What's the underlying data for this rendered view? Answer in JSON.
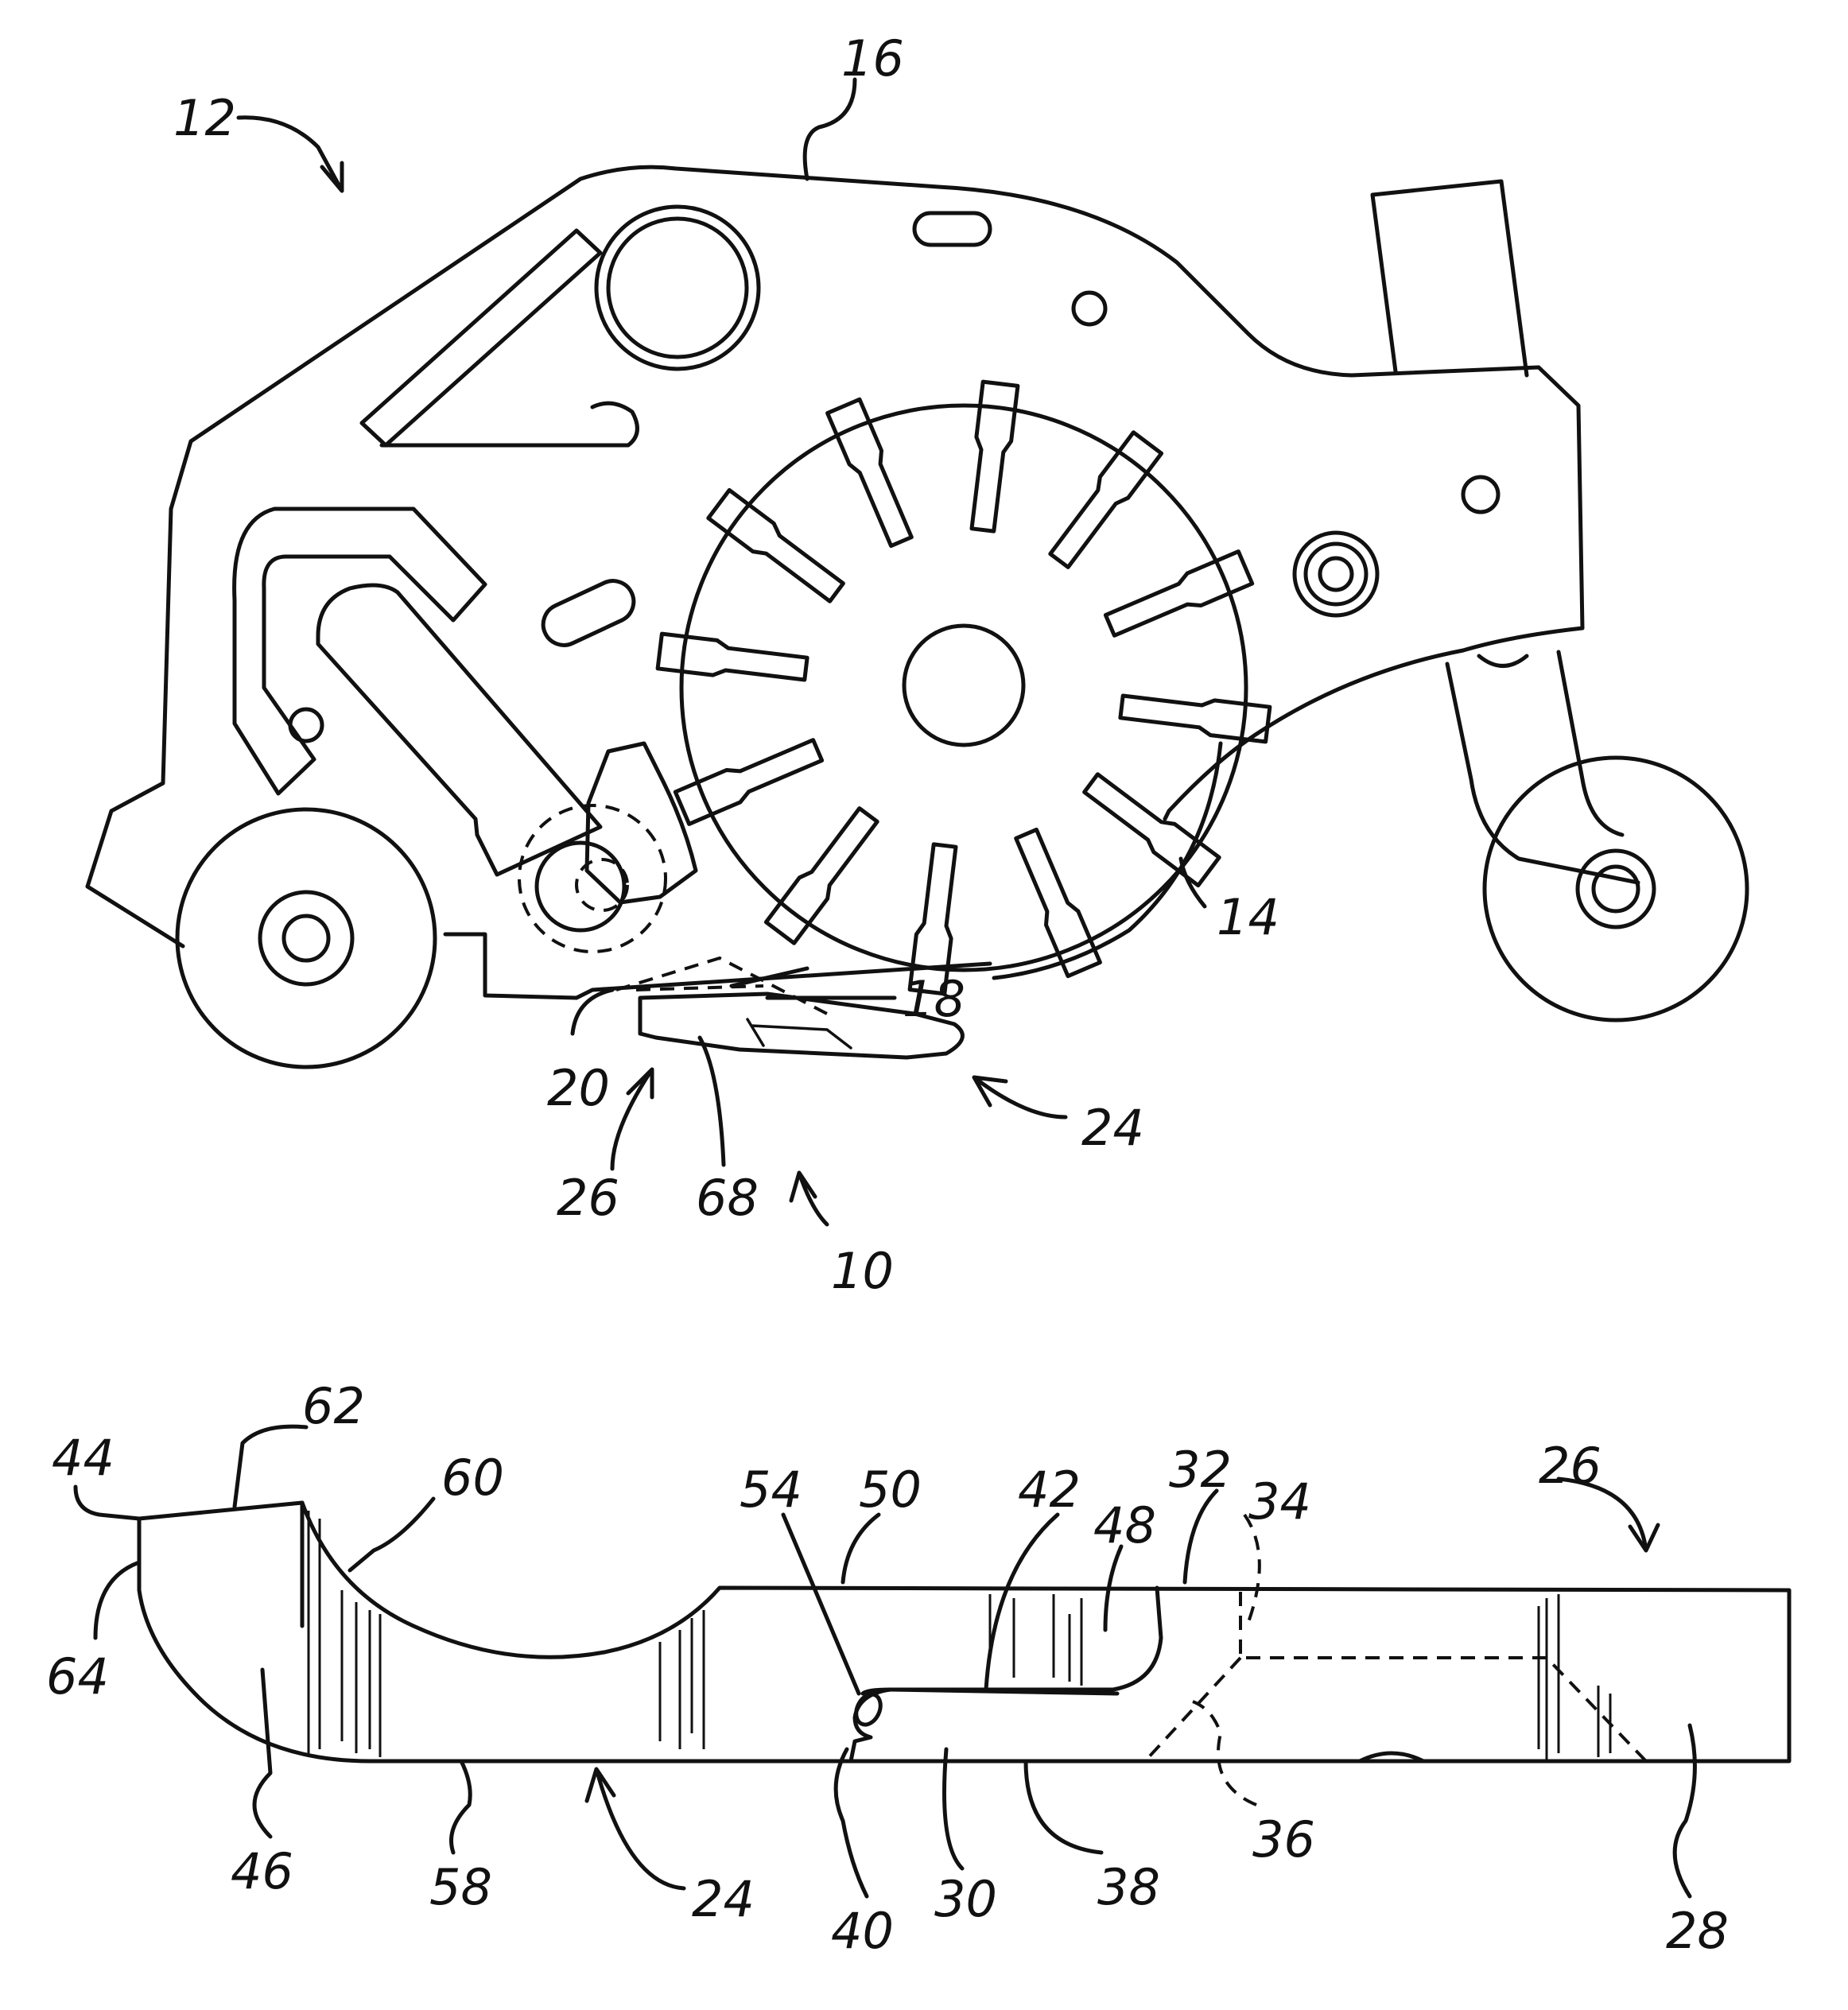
{
  "figure_top": {
    "labels": {
      "l12": "12",
      "l16": "16",
      "l14": "14",
      "l18": "18",
      "l20": "20",
      "l24": "24",
      "l26": "26",
      "l68": "68",
      "l10": "10"
    }
  },
  "figure_bottom": {
    "labels": {
      "l44": "44",
      "l62": "62",
      "l60": "60",
      "l64": "64",
      "l46": "46",
      "l58": "58",
      "l24": "24",
      "l54": "54",
      "l50": "50",
      "l42": "42",
      "l48": "48",
      "l32": "32",
      "l34": "34",
      "l26": "26",
      "l40": "40",
      "l30": "30",
      "l38": "38",
      "l36": "36",
      "l28": "28"
    }
  }
}
